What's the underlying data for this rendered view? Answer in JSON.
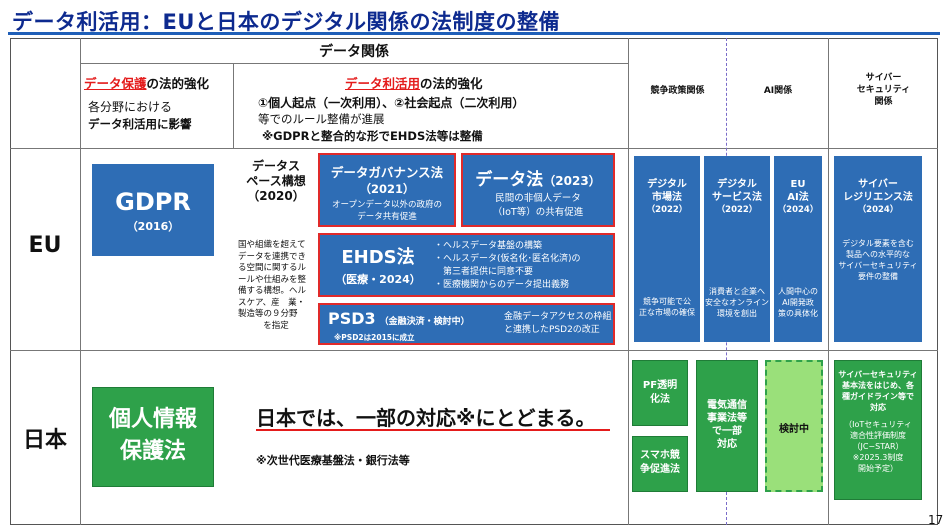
{
  "title": "データ利活用：EUと日本のデジタル関係の法制度の整備",
  "page_number": "17",
  "header": {
    "data_relation": "データ関係",
    "protection_title_red": "データ保護",
    "protection_title_rest": "の法的強化",
    "protection_line1": "各分野における",
    "protection_line2": "データ利活用に影響",
    "utilization_title_red": "データ利活用",
    "utilization_title_rest": "の法的強化",
    "utilization_line1": "①個人起点（一次利用）、②社会起点（二次利用）",
    "utilization_line2": "等でのルール整備が進展",
    "utilization_line3": "※GDPRと整合的な形でEHDS法等は整備",
    "competition": "競争政策関係",
    "ai": "AI関係",
    "cyber_line1": "サイバー",
    "cyber_line2": "セキュリティ",
    "cyber_line3": "関係"
  },
  "rows": {
    "eu": "EU",
    "japan": "日本"
  },
  "eu": {
    "gdpr_title": "GDPR",
    "gdpr_year": "（2016）",
    "strategy_line1": "データス",
    "strategy_line2": "ペース構想",
    "strategy_line3": "（2020）",
    "strategy_desc": [
      "国や組織を超えて",
      "データを連携でき",
      "る空間に関するル",
      "ールや仕組みを整",
      "備する構想。ヘル",
      "スケア、産　業・",
      "製造等の９分野",
      "を指定"
    ],
    "dga_title": "データガバナンス法",
    "dga_year": "（2021）",
    "dga_desc1": "オープンデータ以外の政府の",
    "dga_desc2": "データ共有促進",
    "data_act_title": "データ法",
    "data_act_year": "（2023）",
    "data_act_desc1": "民間の非個人データ",
    "data_act_desc2": "（IoT等）の共有促進",
    "ehds_title": "EHDS法",
    "ehds_sub": "（医療・2024）",
    "ehds_items": [
      "・ヘルスデータ基盤の構築",
      "・ヘルスデータ(仮名化･匿名化済)の",
      "　第三者提供に同意不要",
      "・医療機関からのデータ提出義務"
    ],
    "psd3_title": "PSD3",
    "psd3_sub": "（金融決済・検討中）",
    "psd3_note": "※PSD2は2015に成立",
    "psd3_desc1": "金融データアクセスの枠組",
    "psd3_desc2": "と連携したPSD2の改正",
    "dma_title1": "デジタル",
    "dma_title2": "市場法",
    "dma_year": "（2022）",
    "dma_desc1": "競争可能で公",
    "dma_desc2": "正な市場の確保",
    "dsa_title1": "デジタル",
    "dsa_title2": "サービス法",
    "dsa_year": "（2022）",
    "dsa_desc": [
      "消費者と企業へ",
      "安全なオンライン",
      "環境を創出"
    ],
    "ai_title1": "EU",
    "ai_title2": "AI法",
    "ai_year": "（2024）",
    "ai_desc": [
      "人間中心の",
      "AI開発政",
      "策の具体化"
    ],
    "cra_title1": "サイバー",
    "cra_title2": "レジリエンス法",
    "cra_year": "（2024）",
    "cra_desc": [
      "デジタル要素を含む",
      "製品への水平的な",
      "サイバーセキュリティ",
      "要件の整備"
    ]
  },
  "japan": {
    "pi_line1": "個人情報",
    "pi_line2": "保護法",
    "partial": "日本では、一部の対応※にとどまる。",
    "partial_note": "※次世代医療基盤法・銀行法等",
    "pf_line1": "PF透明",
    "pf_line2": "化法",
    "smart_line1": "スマホ競",
    "smart_line2": "争促進法",
    "telecom": [
      "電気通信",
      "事業法等",
      "で一部",
      "対応"
    ],
    "under_review": "検討中",
    "cyber_desc": [
      "サイバーセキュリティ",
      "基本法をはじめ、各",
      "種ガイドライン等で",
      "対応",
      "",
      "（IoTセキュリティ",
      "適合性評価制度",
      "（JC−STAR）",
      "※2025.3制度",
      "開始予定）"
    ]
  },
  "colors": {
    "title": "#0d2a8f",
    "accent_red": "#e41b1b",
    "box_blue": "#2e6db5",
    "box_green": "#2ea14a"
  }
}
